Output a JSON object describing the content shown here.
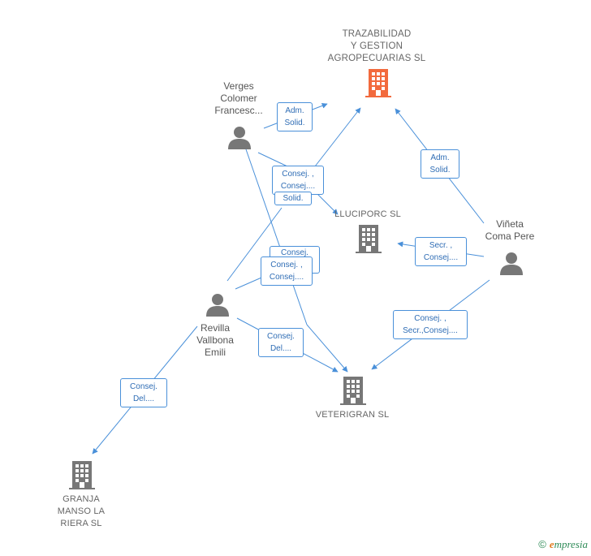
{
  "nodes": {
    "trazabilidad": {
      "lines": [
        "TRAZABILIDAD",
        "Y GESTION",
        "AGROPECUARIAS SL"
      ],
      "kind": "company",
      "color": "#f26a3d"
    },
    "lluciporc": {
      "lines": [
        "LLUCIPORC SL"
      ],
      "kind": "company",
      "color": "#777777"
    },
    "veterigran": {
      "lines": [
        "VETERIGRAN SL"
      ],
      "kind": "company",
      "color": "#777777"
    },
    "granja": {
      "lines": [
        "GRANJA",
        "MANSO LA",
        "RIERA SL"
      ],
      "kind": "company",
      "color": "#777777"
    },
    "verges": {
      "lines": [
        "Verges",
        "Colomer",
        "Francesc..."
      ],
      "kind": "person",
      "color": "#777777"
    },
    "revilla": {
      "lines": [
        "Revilla",
        "Vallbona",
        "Emili"
      ],
      "kind": "person",
      "color": "#777777"
    },
    "vineta": {
      "lines": [
        "Viñeta",
        "Coma Pere"
      ],
      "kind": "person",
      "color": "#777777"
    }
  },
  "relations": [
    {
      "id": "r1",
      "lines": [
        "Adm.",
        "Solid."
      ]
    },
    {
      "id": "r2",
      "lines": [
        "Consej. ,",
        "Consej...."
      ]
    },
    {
      "id": "r3",
      "lines": [
        "Solid."
      ]
    },
    {
      "id": "r4",
      "lines": [
        "Adm.",
        "Solid."
      ]
    },
    {
      "id": "r5",
      "lines": [
        "Secr. ,",
        "Consej...."
      ]
    },
    {
      "id": "r6",
      "lines": [
        "Consej."
      ]
    },
    {
      "id": "r7",
      "lines": [
        "Consej. ,",
        "Consej...."
      ]
    },
    {
      "id": "r8",
      "lines": [
        "Consej. ,",
        "Secr.,Consej...."
      ]
    },
    {
      "id": "r9",
      "lines": [
        "Consej.",
        "Del...."
      ]
    },
    {
      "id": "r10",
      "lines": [
        "Consej.",
        "Del...."
      ]
    }
  ],
  "footer": {
    "copyright": "©",
    "brand_e": "e",
    "brand_rest": "mpresia"
  },
  "colors": {
    "edge": "#4a90d9",
    "label_border": "#4a90d9",
    "label_text": "#2f6db5"
  }
}
